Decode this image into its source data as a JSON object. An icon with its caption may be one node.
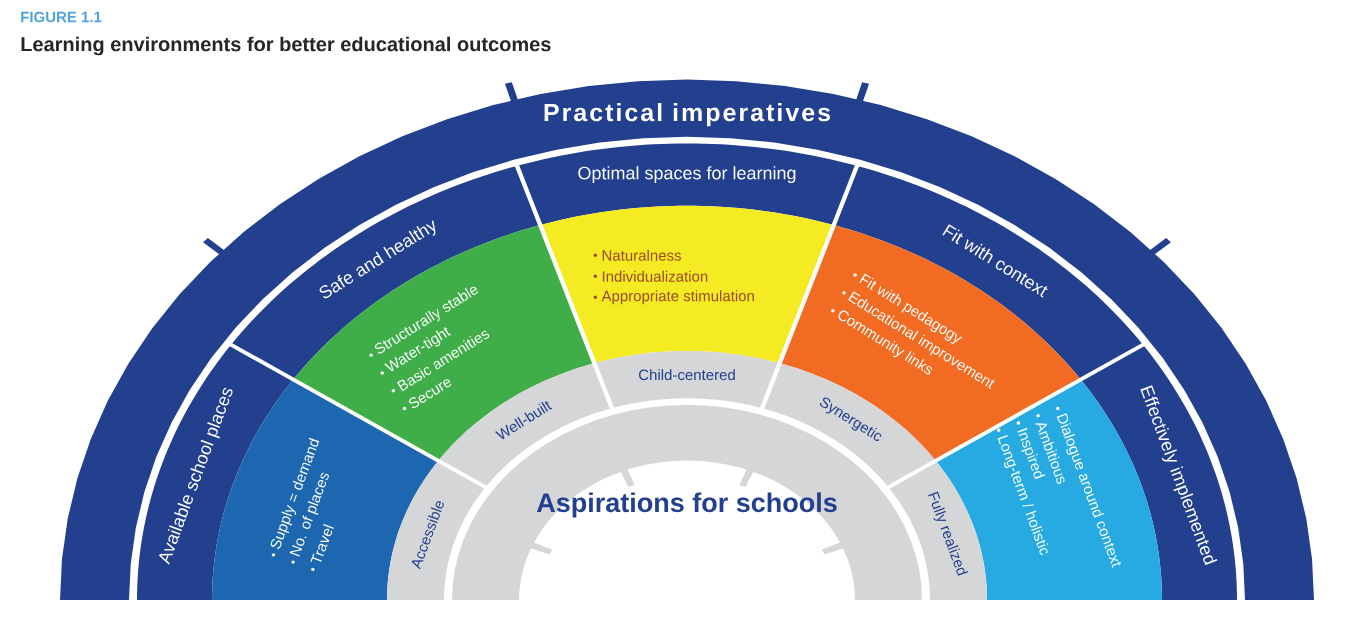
{
  "diagram": {
    "title": "Learning environments for better educational outcomes",
    "labels": [
      "FIGURE 1.1"
    ],
    "nodes": [
      {
        "text": [
          "Practical imperatives"
        ]
      },
      {
        "text": [
          "Available school places"
        ]
      },
      {
        "text": [
          "Supply = demand",
          "No. of places",
          "Travel"
        ]
      },
      {
        "text": [
          "Accessible"
        ]
      },
      {
        "text": [
          "Safe and healthy"
        ]
      },
      {
        "text": [
          "Structurally stable",
          "Water-tight",
          "Basic amenities",
          "Secure"
        ]
      },
      {
        "text": [
          "Well-built"
        ]
      },
      {
        "text": [
          "Optimal spaces for learning"
        ]
      },
      {
        "text": [
          "Naturalness",
          "Individualization",
          "Appropriate stimulation"
        ]
      },
      {
        "text": [
          "Child-centered"
        ]
      },
      {
        "text": [
          "Fit with context"
        ]
      },
      {
        "text": [
          "Fit with pedagogy",
          "Educational improvement",
          "Community links"
        ]
      },
      {
        "text": [
          "Synergetic"
        ]
      },
      {
        "text": [
          "Effectively implemented"
        ]
      },
      {
        "text": [
          "Dialogue around context",
          "Ambitious",
          "Inspired",
          "Long-term / holistic"
        ]
      },
      {
        "text": [
          "Fully realized"
        ]
      },
      {
        "text": [
          "Aspirations for schools"
        ]
      }
    ]
  }
}
